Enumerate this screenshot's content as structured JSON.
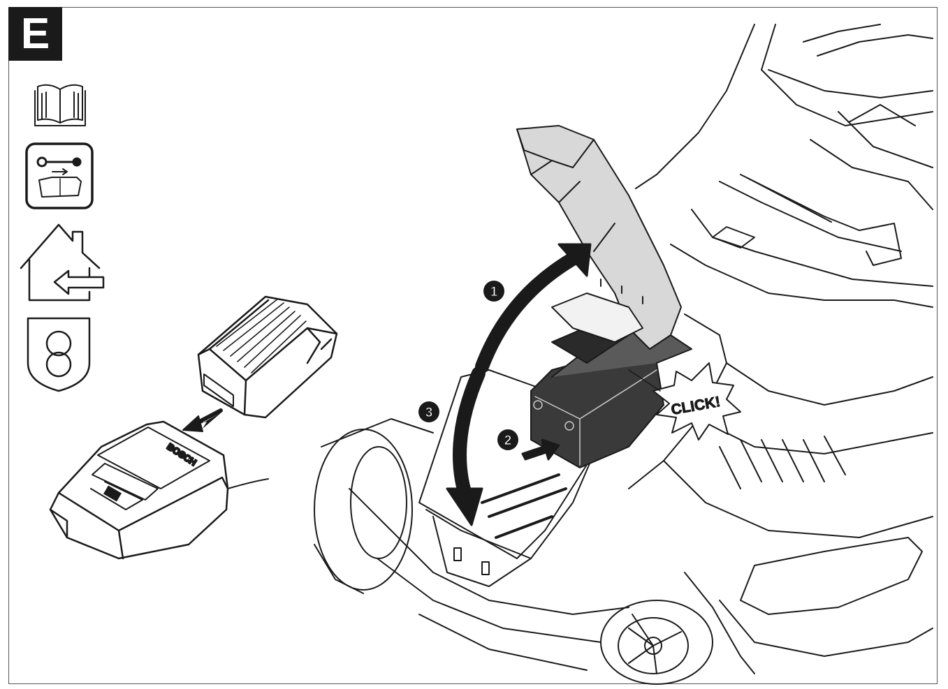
{
  "figure": {
    "section_label": "E",
    "steps": [
      {
        "number": "1"
      },
      {
        "number": "2"
      },
      {
        "number": "3"
      }
    ],
    "click_text": "CLICK!",
    "charger_brand": "BOSCH",
    "icons": [
      "manual-book-icon",
      "remove-key-read-manual-icon",
      "indoors-house-icon",
      "safety-transformer-icon"
    ],
    "colors": {
      "ink": "#1a1a1a",
      "frame": "#555555",
      "badge_bg": "#1a1a1a",
      "badge_text": "#ffffff"
    }
  }
}
